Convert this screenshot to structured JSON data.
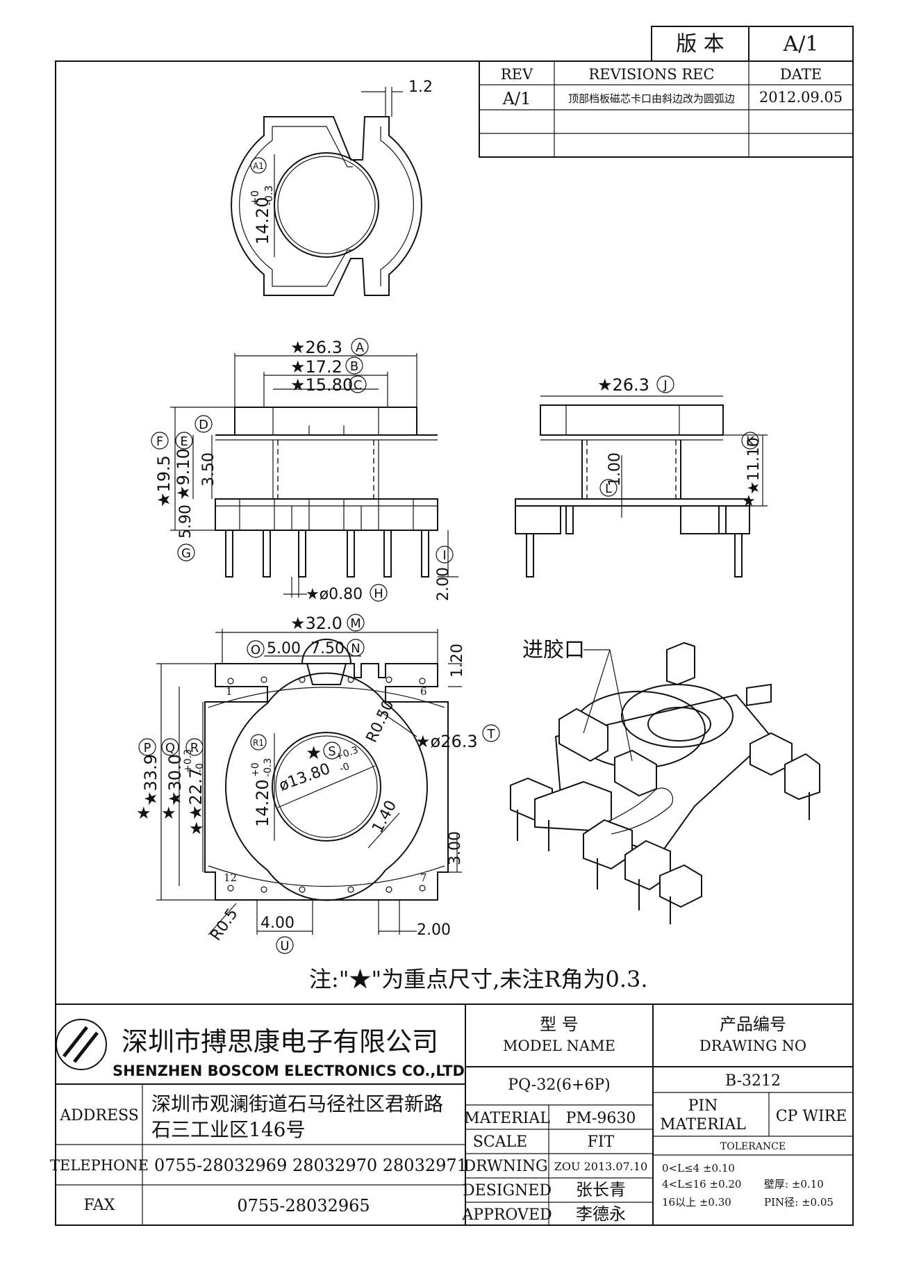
{
  "version_box": {
    "label": "版 本",
    "value": "A/1"
  },
  "revisions": {
    "headers": [
      "REV",
      "REVISIONS REC",
      "DATE"
    ],
    "rows": [
      {
        "rev": "A/1",
        "rec": "顶部档板磁芯卡口由斜边改为圆弧边",
        "date": "2012.09.05"
      }
    ]
  },
  "dimensions": {
    "top_view": {
      "wall": "1.2",
      "bore": "14.20",
      "bore_tol_upper": "+0",
      "bore_tol_lower": "-0.3",
      "tag": "A1"
    },
    "front_view": {
      "d_A": "★26.3",
      "tag_A": "A",
      "d_B": "★17.2",
      "tag_B": "B",
      "d_C": "★15.80",
      "tag_C": "C",
      "tag_D": "D",
      "d_F": "★19.5",
      "tag_F": "F",
      "d_E": "★9.10",
      "tag_E": "E",
      "d_350": "3.50",
      "d_G": "5.90",
      "tag_G": "G",
      "d_I": "2.00",
      "tag_I": "I",
      "d_H": "★ø0.80",
      "tag_H": "H"
    },
    "side_view": {
      "d_J": "★26.3",
      "tag_J": "J",
      "d_K": "★11.10",
      "tag_K": "K",
      "d_L": "1.00",
      "tag_L": "L"
    },
    "bottom_view": {
      "d_M": "★32.0",
      "tag_M": "M",
      "d_O": "5.00",
      "tag_O": "O",
      "d_N": "7.50",
      "tag_N": "N",
      "d_120": "1.20",
      "d_P": "★33.9",
      "tag_P": "P",
      "d_Q": "★30.0",
      "tag_Q": "Q",
      "d_R": "★22.7",
      "tag_R": "R",
      "r_tol_upper": "+0.3",
      "r_tol_lower": "-0",
      "tag_R1": "R1",
      "d_bore": "14.20",
      "bore_tol_upper": "+0",
      "bore_tol_lower": "-0.3",
      "d_S": "ø13.80",
      "s_tol_upper": "+0.3",
      "s_tol_lower": "-0",
      "star_S": "★",
      "tag_S": "S",
      "d_r050": "R0.50",
      "d_T": "★ø26.3",
      "tag_T": "T",
      "d_140": "1.40",
      "d_300": "3.00",
      "d_r05": "R0.5",
      "d_U": "4.00",
      "tag_U": "U",
      "d_200": "2.00",
      "pin_1": "1",
      "pin_6": "6",
      "pin_12": "12",
      "pin_7": "7"
    },
    "iso_label": "进胶口"
  },
  "note": "注:\"★\"为重点尺寸,未注R角为0.3.",
  "title_block": {
    "company_cn": "深圳市搏思康电子有限公司",
    "company_en": "SHENZHEN BOSCOM ELECTRONICS CO.,LTD",
    "address_label": "ADDRESS",
    "address_line1": "深圳市观澜街道石马径社区君新路",
    "address_line2": "石三工业区146号",
    "telephone_label": "TELEPHONE",
    "telephone": "0755-28032969 28032970 28032971",
    "fax_label": "FAX",
    "fax": "0755-28032965",
    "model_name_cn": "型      号",
    "model_name_en": "MODEL NAME",
    "model_value": "PQ-32(6+6P)",
    "drawing_no_cn": "产品编号",
    "drawing_no_en": "DRAWING NO",
    "drawing_no_value": "B-3212",
    "material_label": "MATERIAL",
    "material_value": "PM-9630",
    "pin_material_label_1": "PIN",
    "pin_material_label_2": "MATERIAL",
    "pin_material_value": "CP WIRE",
    "scale_label": "SCALE",
    "scale_value": "FIT",
    "tolerance_label": "TOLERANCE",
    "drawing_label": "DRWNING",
    "drawing_value": "ZOU 2013.07.10",
    "designed_label": "DESIGNED",
    "designed_value": "张长青",
    "approved_label": "APPROVED",
    "approved_value": "李德永",
    "tol_1": "0<L≤4  ±0.10",
    "tol_2": "4<L≤16  ±0.20",
    "tol_2b": "壁厚:  ±0.10",
    "tol_3": "16以上     ±0.30",
    "tol_3b": "PIN径: ±0.05"
  }
}
